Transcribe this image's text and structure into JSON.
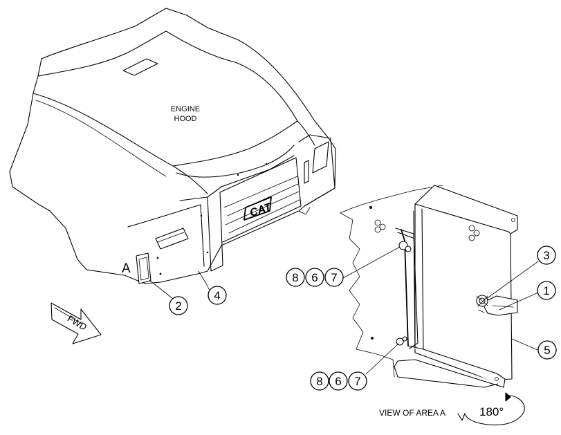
{
  "labels": {
    "engine_hood_line1": "ENGINE",
    "engine_hood_line2": "HOOD",
    "area_marker": "A",
    "fwd": "FWD",
    "view_caption": "VIEW OF AREA A",
    "rotation": "180°",
    "cat_logo": "CAT"
  },
  "callouts": {
    "c2": "2",
    "c4": "4",
    "c3": "3",
    "c1": "1",
    "c5": "5",
    "group_top": [
      "8",
      "6",
      "7"
    ],
    "group_bottom": [
      "8",
      "6",
      "7"
    ]
  }
}
